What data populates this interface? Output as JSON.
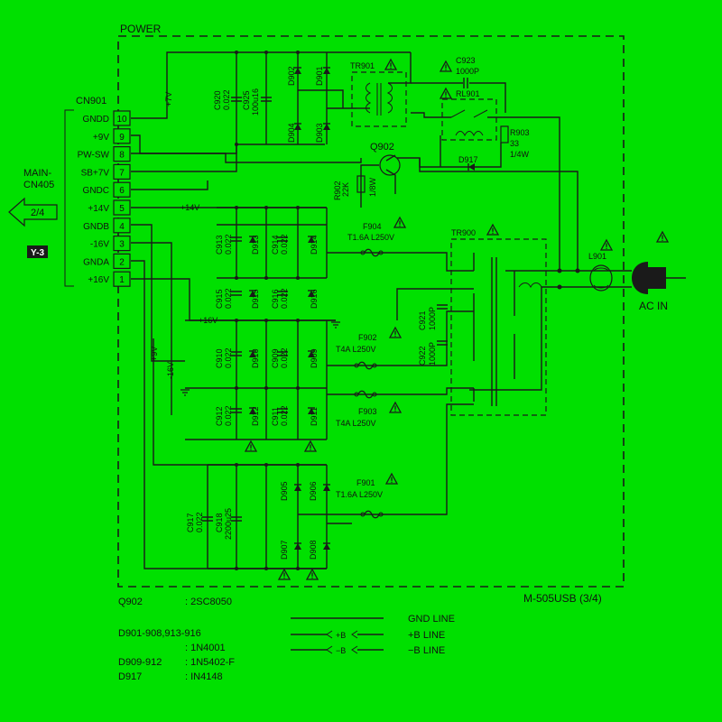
{
  "title": "POWER",
  "connector": {
    "name": "CN901",
    "pins": [
      {
        "num": "10",
        "label": "GNDD"
      },
      {
        "num": "9",
        "label": "+9V"
      },
      {
        "num": "8",
        "label": "PW-SW"
      },
      {
        "num": "7",
        "label": "SB+7V"
      },
      {
        "num": "6",
        "label": "GNDC"
      },
      {
        "num": "5",
        "label": "+14V"
      },
      {
        "num": "4",
        "label": "GNDB"
      },
      {
        "num": "3",
        "label": "-16V"
      },
      {
        "num": "2",
        "label": "GNDA"
      },
      {
        "num": "1",
        "label": "+16V"
      }
    ]
  },
  "main_ref": {
    "line1": "MAIN-",
    "line2": "CN405",
    "page": "2/4",
    "grid": "Y-3"
  },
  "rails": {
    "p7v": "+7V",
    "p14v": "+14V",
    "p16v": "+16V",
    "p9v": "+9V",
    "m16v": "-16V"
  },
  "components": {
    "tr901": "TR901",
    "c923": [
      "C923",
      "1000P"
    ],
    "rl901": "RL901",
    "r903": [
      "R903",
      "33",
      "1/4W"
    ],
    "d917": "D917",
    "q902": "Q902",
    "r902": [
      "R902",
      "22K",
      "1/8W"
    ],
    "c920": [
      "C920",
      "0.022"
    ],
    "c925": [
      "C925",
      "100u16"
    ],
    "d902": "D902",
    "d901": "D901",
    "d904": "D904",
    "d903": "D903",
    "f904": [
      "F904",
      "T1.6A L250V"
    ],
    "tr900": "TR900",
    "l901": "L901",
    "ac_in": "AC IN",
    "c913": [
      "C913",
      "0.022"
    ],
    "d913": "D913",
    "c914": [
      "C914",
      "0.022"
    ],
    "d914": "D914",
    "c915": [
      "C915",
      "0.022"
    ],
    "d915": "D915",
    "c916": [
      "C916",
      "0.022"
    ],
    "d916": "D916",
    "c921": [
      "C921",
      "1000P"
    ],
    "c922": [
      "C922",
      "1000P"
    ],
    "f902": [
      "F902",
      "T4A L250V"
    ],
    "c910": [
      "C910",
      "0.022"
    ],
    "d910": "D910",
    "c909": [
      "C909",
      "0.022"
    ],
    "d909": "D909",
    "f903": [
      "F903",
      "T4A L250V"
    ],
    "c912": [
      "C912",
      "0.022"
    ],
    "d912": "D912",
    "c911": [
      "C911",
      "0.022"
    ],
    "d911": "D911",
    "c917": [
      "C917",
      "0.022"
    ],
    "c918": [
      "C918",
      "2200u25"
    ],
    "d905": "D905",
    "d906": "D906",
    "d907": "D907",
    "d908": "D908",
    "f901": [
      "F901",
      "T1.6A L250V"
    ]
  },
  "board": "M-505USB (3/4)",
  "parts_list": [
    {
      "ref": "Q902",
      "value": ": 2SC8050"
    },
    {
      "ref": "D901-908,913-916",
      "value": ""
    },
    {
      "ref": "",
      "value": ": 1N4001"
    },
    {
      "ref": "D909-912",
      "value": ": 1N5402-F"
    },
    {
      "ref": "D917",
      "value": ": IN4148"
    }
  ],
  "legend": [
    {
      "label": "GND LINE",
      "mark": ""
    },
    {
      "label": "+B LINE",
      "mark": "+B"
    },
    {
      "label": "−B LINE",
      "mark": "−B"
    }
  ],
  "colors": {
    "background": "#00e000",
    "line": "#1a1a1a",
    "badge": "#1a1a1a"
  }
}
